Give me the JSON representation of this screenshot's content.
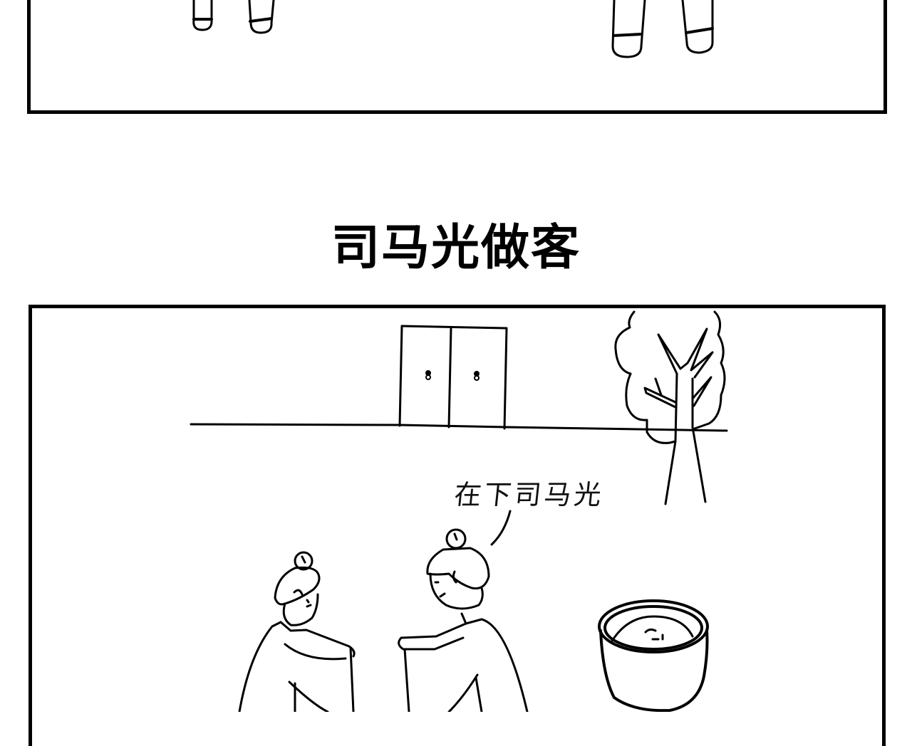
{
  "comic": {
    "chapter_title": "司马光做客",
    "speech_bubbles": [
      {
        "speaker": "right-character",
        "text": "在下司马光"
      }
    ],
    "colors": {
      "ink": "#000000",
      "paper": "#ffffff"
    }
  },
  "panels": [
    {
      "name": "previous-panel",
      "visible_content": "two pairs of legs with shoes"
    },
    {
      "name": "visit-panel",
      "visible_content": "wall with double door, tree, two figures bowing, water vat"
    }
  ]
}
